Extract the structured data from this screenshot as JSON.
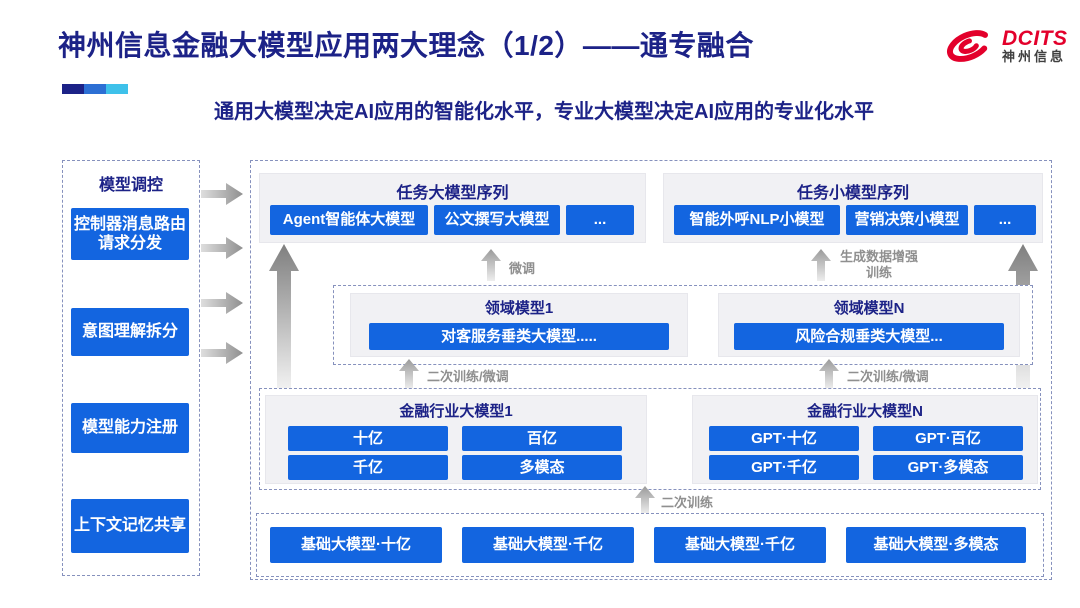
{
  "header": {
    "title": "神州信息金融大模型应用两大理念（1/2）——通专融合",
    "subtitle": "通用大模型决定AI应用的智能化水平，专业大模型决定AI应用的专业化水平",
    "logo": {
      "brand": "DCITS",
      "brand_cn": "神州信息",
      "icon": "dcits-swirl-icon"
    }
  },
  "colors": {
    "navy": "#1c2287",
    "node_blue": "#1365e0",
    "logo_red": "#e3002b",
    "label_gray": "#8f8f8f",
    "accent_segments": [
      "#1c2287",
      "#2c6fd4",
      "#3ec1ea"
    ]
  },
  "sidebar": {
    "title": "模型调控",
    "items": [
      "控制器消息路由请求分发",
      "意图理解拆分",
      "模型能力注册",
      "上下文记忆共享"
    ]
  },
  "main": {
    "task_large": {
      "title": "任务大模型序列",
      "items": [
        "Agent智能体大模型",
        "公文撰写大模型",
        "..."
      ]
    },
    "task_small": {
      "title": "任务小模型序列",
      "items": [
        "智能外呼NLP小模型",
        "营销决策小模型",
        "..."
      ]
    },
    "domain": {
      "left": {
        "title": "领域模型1",
        "item": "对客服务垂类大模型....."
      },
      "right": {
        "title": "领域模型N",
        "item": "风险合规垂类大模型..."
      }
    },
    "industry": {
      "left": {
        "title": "金融行业大模型1",
        "items": [
          "十亿",
          "百亿",
          "千亿",
          "多模态"
        ]
      },
      "right": {
        "title": "金融行业大模型N",
        "items": [
          "GPT·十亿",
          "GPT·百亿",
          "GPT·千亿",
          "GPT·多模态"
        ]
      }
    },
    "base": {
      "items": [
        "基础大模型·十亿",
        "基础大模型·千亿",
        "基础大模型·千亿",
        "基础大模型·多模态"
      ]
    },
    "labels": {
      "finetune": "微调",
      "gen_data": "生成数据增强训练",
      "second_train_ft": "二次训练/微调",
      "second_train": "二次训练"
    }
  }
}
